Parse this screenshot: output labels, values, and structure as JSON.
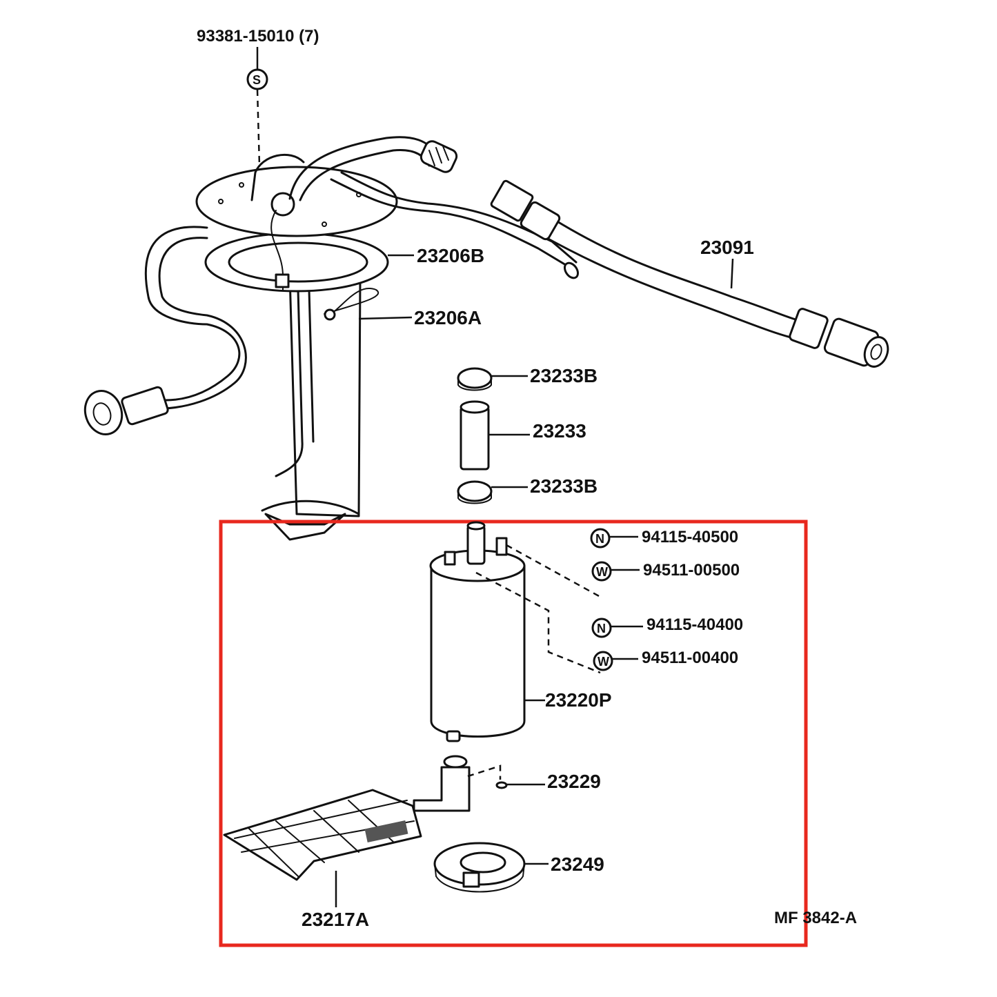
{
  "colors": {
    "ink": "#111111",
    "highlight": "#e8281e",
    "background": "#ffffff"
  },
  "labels": {
    "bolt": "93381-15010 (7)",
    "s_symbol": "S",
    "gasket_b": "23206B",
    "bracket_a": "23206A",
    "hose": "23091",
    "clamp_top": "23233B",
    "hose_short": "23233",
    "clamp_bottom": "23233B",
    "nut_1": "94115-40500",
    "washer_1": "94511-00500",
    "nut_2": "94115-40400",
    "washer_2": "94511-00400",
    "pump": "23220P",
    "clip": "23229",
    "cushion": "23249",
    "filter": "23217A",
    "drawing_code": "MF 3842-A"
  },
  "symbols": {
    "nut": "N",
    "washer": "W"
  }
}
